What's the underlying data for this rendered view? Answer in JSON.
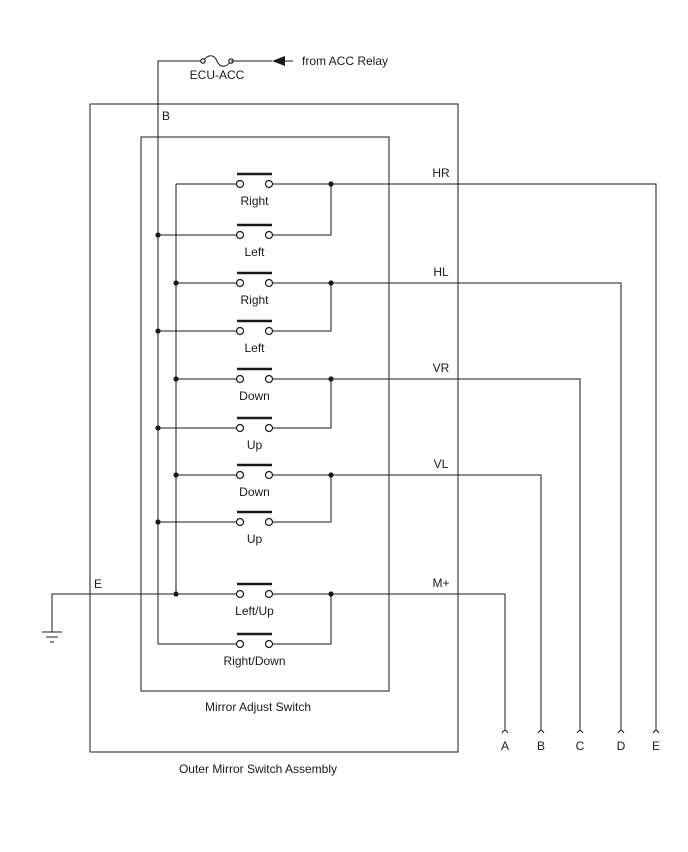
{
  "fuse": {
    "label": "ECU-ACC",
    "source_label": "from ACC Relay"
  },
  "labels": {
    "battery_input": "B",
    "ground": "E",
    "inner_box": "Mirror Adjust Switch",
    "outer_box": "Outer Mirror Switch Assembly"
  },
  "switches": [
    {
      "label": "Right"
    },
    {
      "label": "Left"
    },
    {
      "label": "Right"
    },
    {
      "label": "Left"
    },
    {
      "label": "Down"
    },
    {
      "label": "Up"
    },
    {
      "label": "Down"
    },
    {
      "label": "Up"
    },
    {
      "label": "Left/Up"
    },
    {
      "label": "Right/Down"
    }
  ],
  "outputs": [
    {
      "signal": "HR",
      "terminal": "E"
    },
    {
      "signal": "HL",
      "terminal": "D"
    },
    {
      "signal": "VR",
      "terminal": "C"
    },
    {
      "signal": "VL",
      "terminal": "B"
    },
    {
      "signal": "M+",
      "terminal": "A"
    }
  ]
}
